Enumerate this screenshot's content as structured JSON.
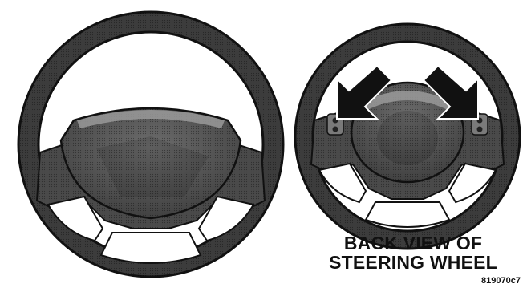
{
  "caption": {
    "line1": "BACK VIEW OF",
    "line2": "STEERING WHEEL"
  },
  "figure_code": "819070c7",
  "colors": {
    "rim": "#3c3c3c",
    "hub": "#5a5a5a",
    "spoke": "#4a4a4a",
    "highlight": "#9a9a9a",
    "arrow": "#111111",
    "background": "#ffffff"
  }
}
